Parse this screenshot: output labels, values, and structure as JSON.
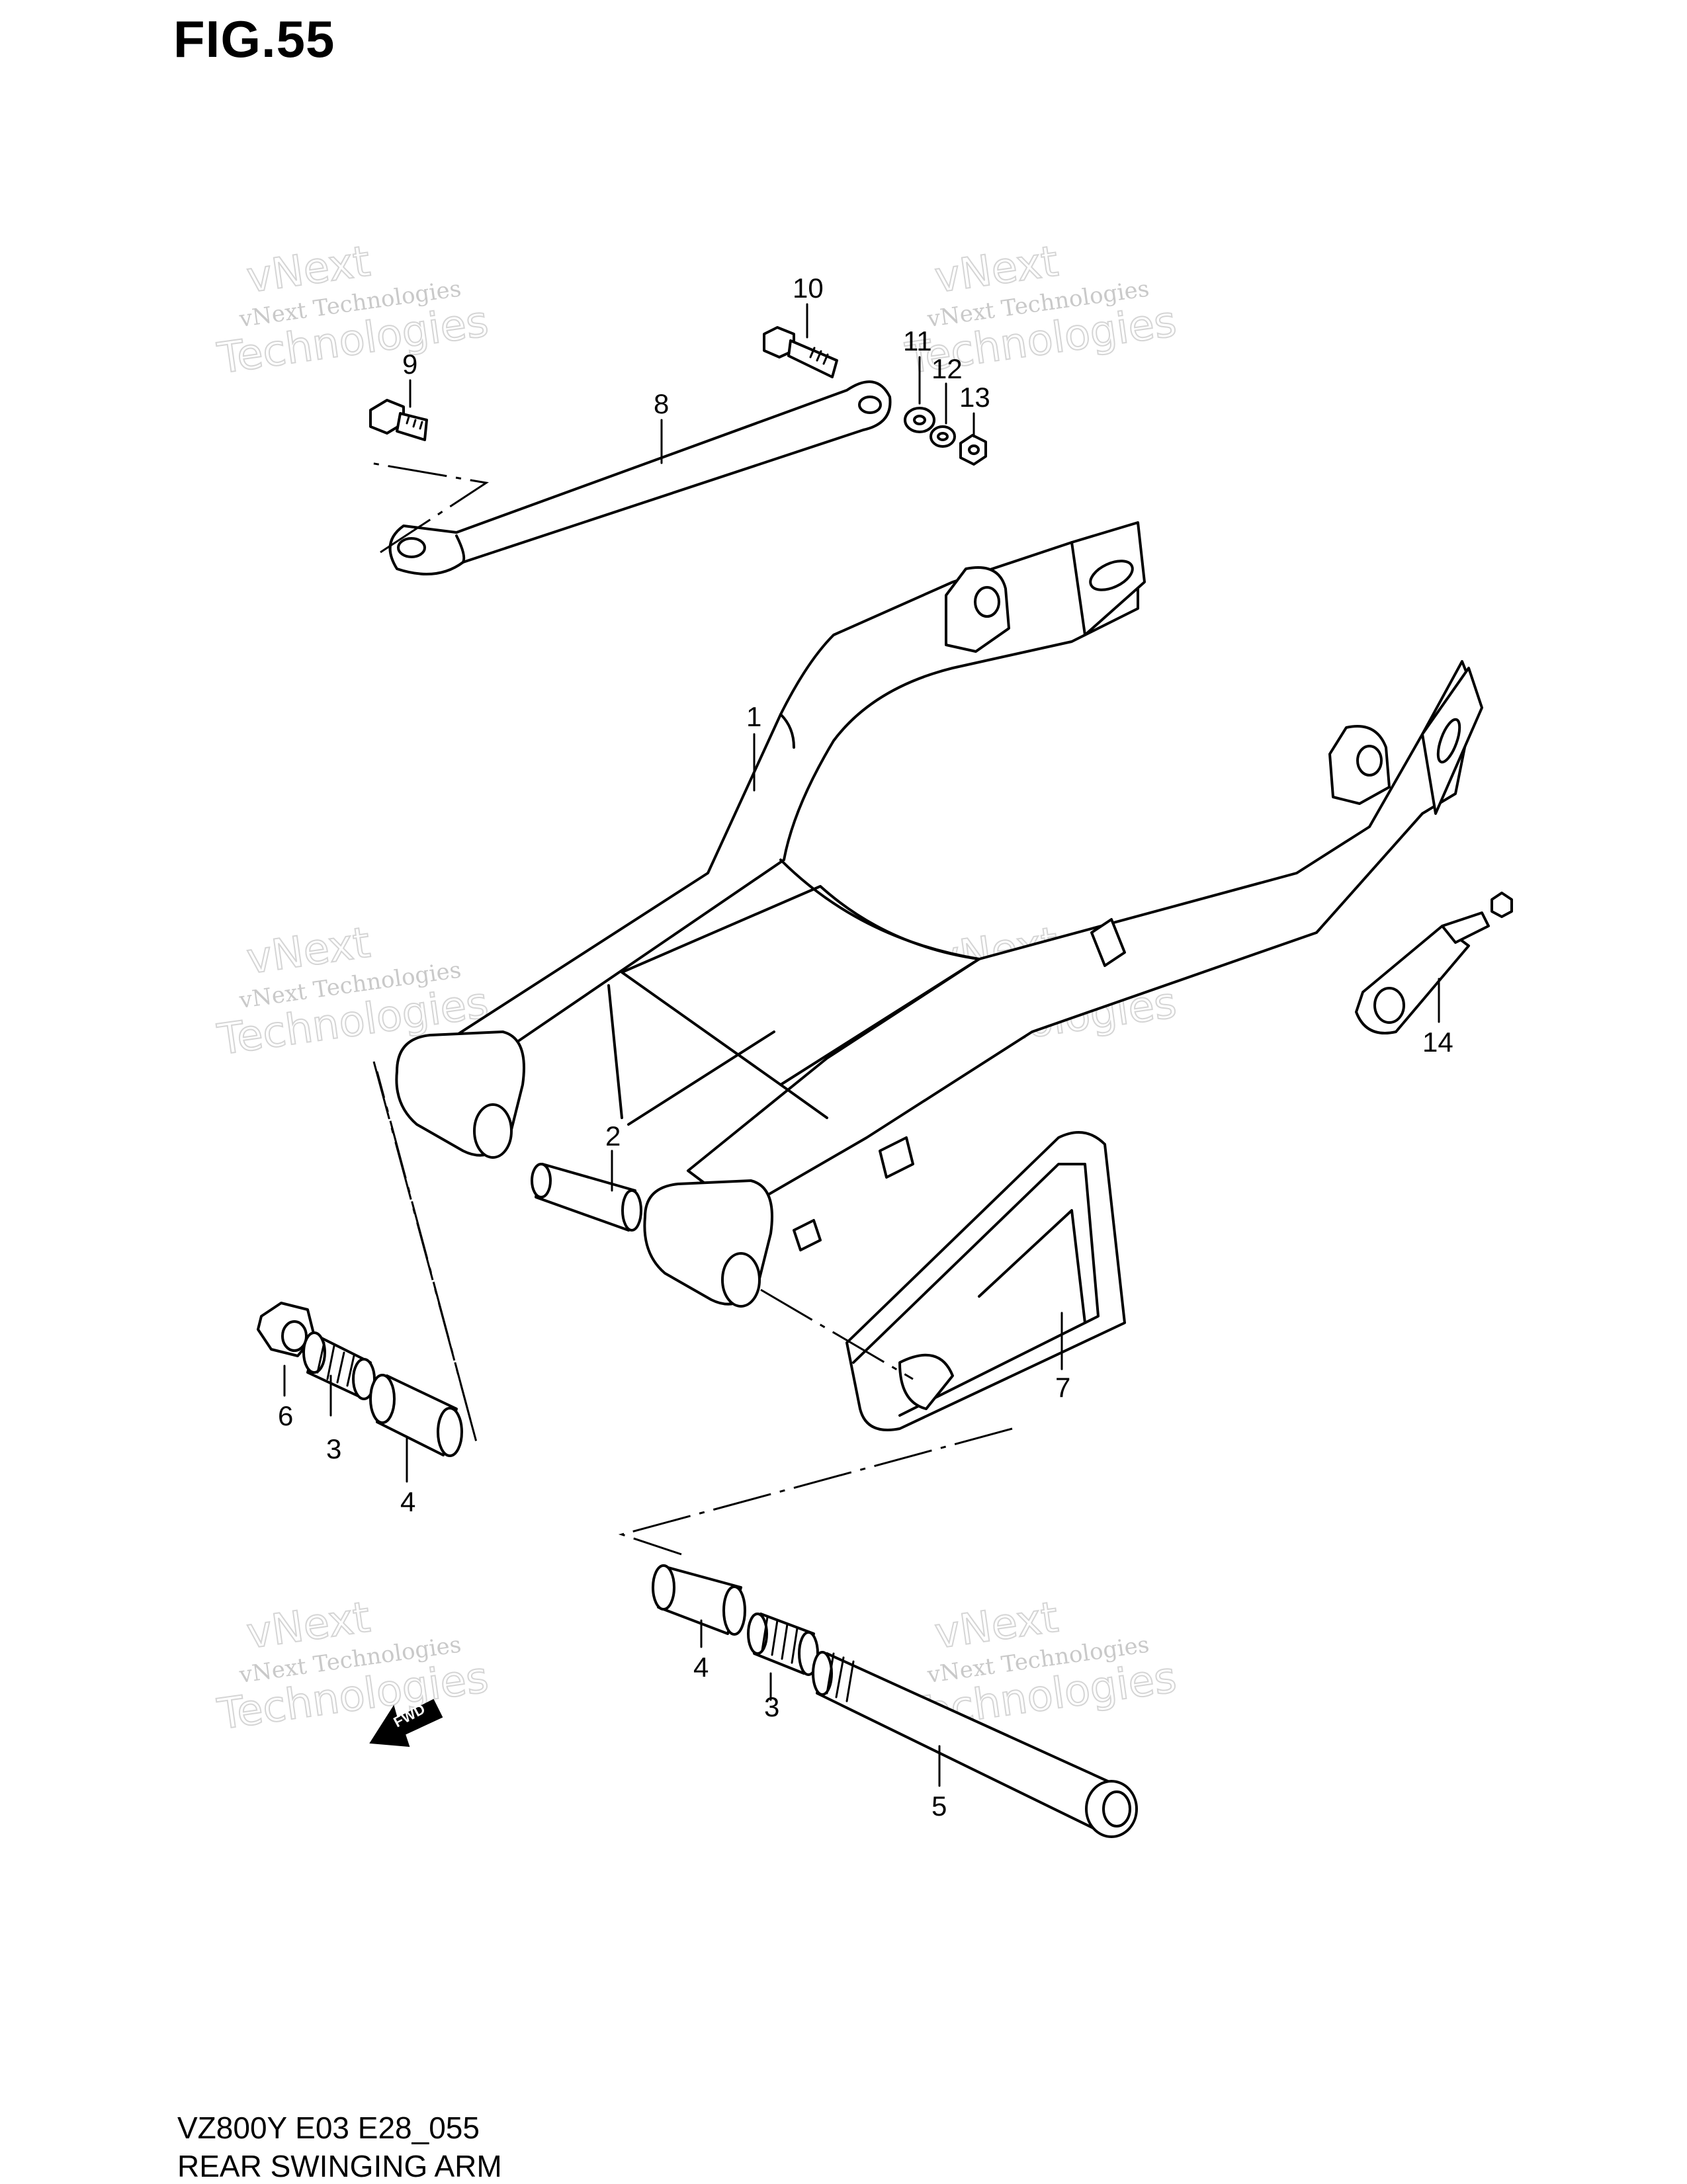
{
  "figure_title": "FIG.55",
  "footer": {
    "code": "VZ800Y E03 E28_055",
    "subtitle": "REAR SWINGING ARM"
  },
  "fwd_label": "FWD",
  "watermark": {
    "line1": "vNext Technologies",
    "line2": "vNext",
    "line3": "Technologies"
  },
  "callouts": [
    {
      "id": "c1",
      "label": "1"
    },
    {
      "id": "c2",
      "label": "2"
    },
    {
      "id": "c3a",
      "label": "3"
    },
    {
      "id": "c3b",
      "label": "3"
    },
    {
      "id": "c4a",
      "label": "4"
    },
    {
      "id": "c4b",
      "label": "4"
    },
    {
      "id": "c5",
      "label": "5"
    },
    {
      "id": "c6",
      "label": "6"
    },
    {
      "id": "c7",
      "label": "7"
    },
    {
      "id": "c8",
      "label": "8"
    },
    {
      "id": "c9",
      "label": "9"
    },
    {
      "id": "c10",
      "label": "10"
    },
    {
      "id": "c11",
      "label": "11"
    },
    {
      "id": "c12",
      "label": "12"
    },
    {
      "id": "c13",
      "label": "13"
    },
    {
      "id": "c14",
      "label": "14"
    }
  ]
}
